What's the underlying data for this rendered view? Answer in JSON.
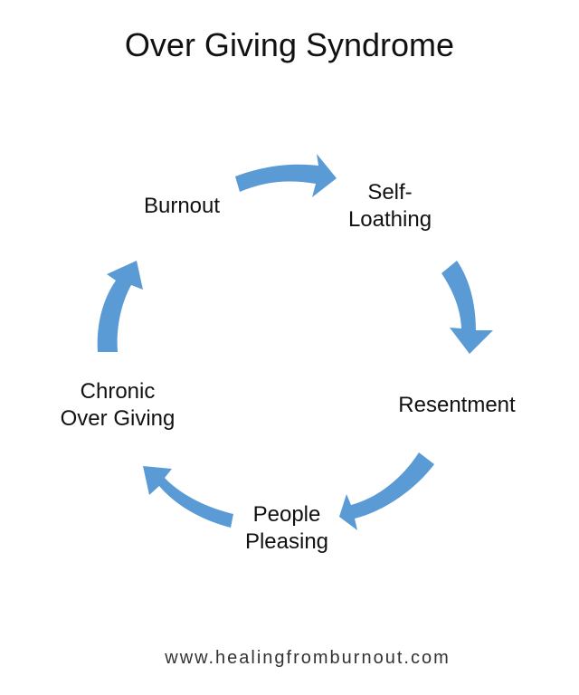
{
  "title": "Over Giving Syndrome",
  "nodes": {
    "burnout": {
      "lines": [
        "Burnout"
      ]
    },
    "self_loathing": {
      "lines": [
        "Self-",
        "Loathing"
      ]
    },
    "resentment": {
      "lines": [
        "Resentment"
      ]
    },
    "people_pleasing": {
      "lines": [
        "People",
        "Pleasing"
      ]
    },
    "chronic_over_giving": {
      "lines": [
        "Chronic",
        "Over Giving"
      ]
    }
  },
  "footer": "www.healingfromburnout.com",
  "colors": {
    "arrow": "#5b9bd5",
    "text": "#111111",
    "background": "#ffffff"
  }
}
